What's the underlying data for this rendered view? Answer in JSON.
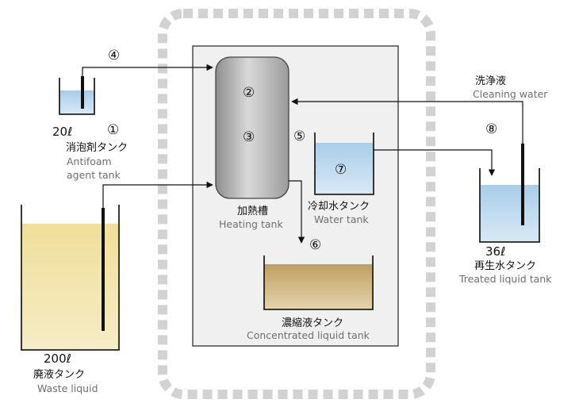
{
  "numbers": {
    "n1": "①",
    "n2": "②",
    "n3": "③",
    "n4": "④",
    "n5": "⑤",
    "n6": "⑥",
    "n7": "⑦",
    "n8": "⑧"
  },
  "antifoam": {
    "volume": "20ℓ",
    "name_jp": "消泡剤タンク",
    "name_en_1": "Antifoam",
    "name_en_2": "agent tank"
  },
  "waste": {
    "volume": "200ℓ",
    "name_jp": "廃液タンク",
    "name_en": "Waste liquid"
  },
  "heating": {
    "name_jp": "加熱槽",
    "name_en": "Heating tank"
  },
  "cooling": {
    "name_jp": "冷却水タンク",
    "name_en": "Water tank"
  },
  "concentrated": {
    "name_jp": "濃縮液タンク",
    "name_en": "Concentrated liquid tank"
  },
  "treated": {
    "volume": "36ℓ",
    "name_jp": "再生水タンク",
    "name_en": "Treated liquid tank"
  },
  "cleaning": {
    "name_jp": "洗浄液",
    "name_en": "Cleaning water"
  },
  "colors": {
    "water": "#bcd8ef",
    "waste_liquid": "#ecd98f",
    "concentrate": "#c8ab74",
    "enclosure": "#f0f0f0",
    "dashed_border": "#d2d2d2"
  }
}
